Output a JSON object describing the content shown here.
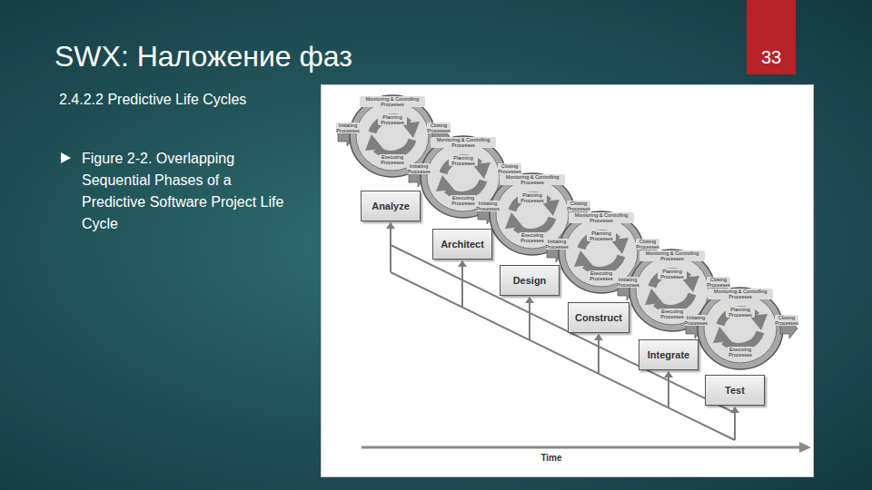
{
  "diagram": {
    "title": "SWX: Наложение фаз",
    "nodes": [
      {
        "text": [
          "Analyze"
        ]
      },
      {
        "text": [
          "Architect"
        ]
      },
      {
        "text": [
          "Design"
        ]
      },
      {
        "text": [
          "Construct"
        ]
      },
      {
        "text": [
          "Integrate"
        ]
      },
      {
        "text": [
          "Test"
        ]
      }
    ],
    "labels": [
      "33",
      "2.4.2.2 Predictive Life Cycles",
      "Figure 2-2. Overlapping Sequential Phases of a Predictive Software Project Life Cycle",
      "Monitoring & Controlling Processes",
      "Planning Processes",
      "Initiating Processes",
      "Executing Processes",
      "Closing Processes",
      "Monitoring & Controlling Processes",
      "Planning Processes",
      "Initiating Processes",
      "Executing Processes",
      "Closing Processes",
      "Monitoring & Controlling Processes",
      "Planning Processes",
      "Initiating Processes",
      "Executing Processes",
      "Closing Processes",
      "Monitoring & Controlling Processes",
      "Planning Processes",
      "Initiating Processes",
      "Executing Processes",
      "Closing Processes",
      "Monitoring & Controlling Processes",
      "Planning Processes",
      "Initiating Processes",
      "Executing Processes",
      "Closing Processes",
      "Monitoring & Controlling Processes",
      "Planning Processes",
      "Initiating Processes",
      "Executing Processes",
      "Closing Processes",
      "Time"
    ]
  }
}
